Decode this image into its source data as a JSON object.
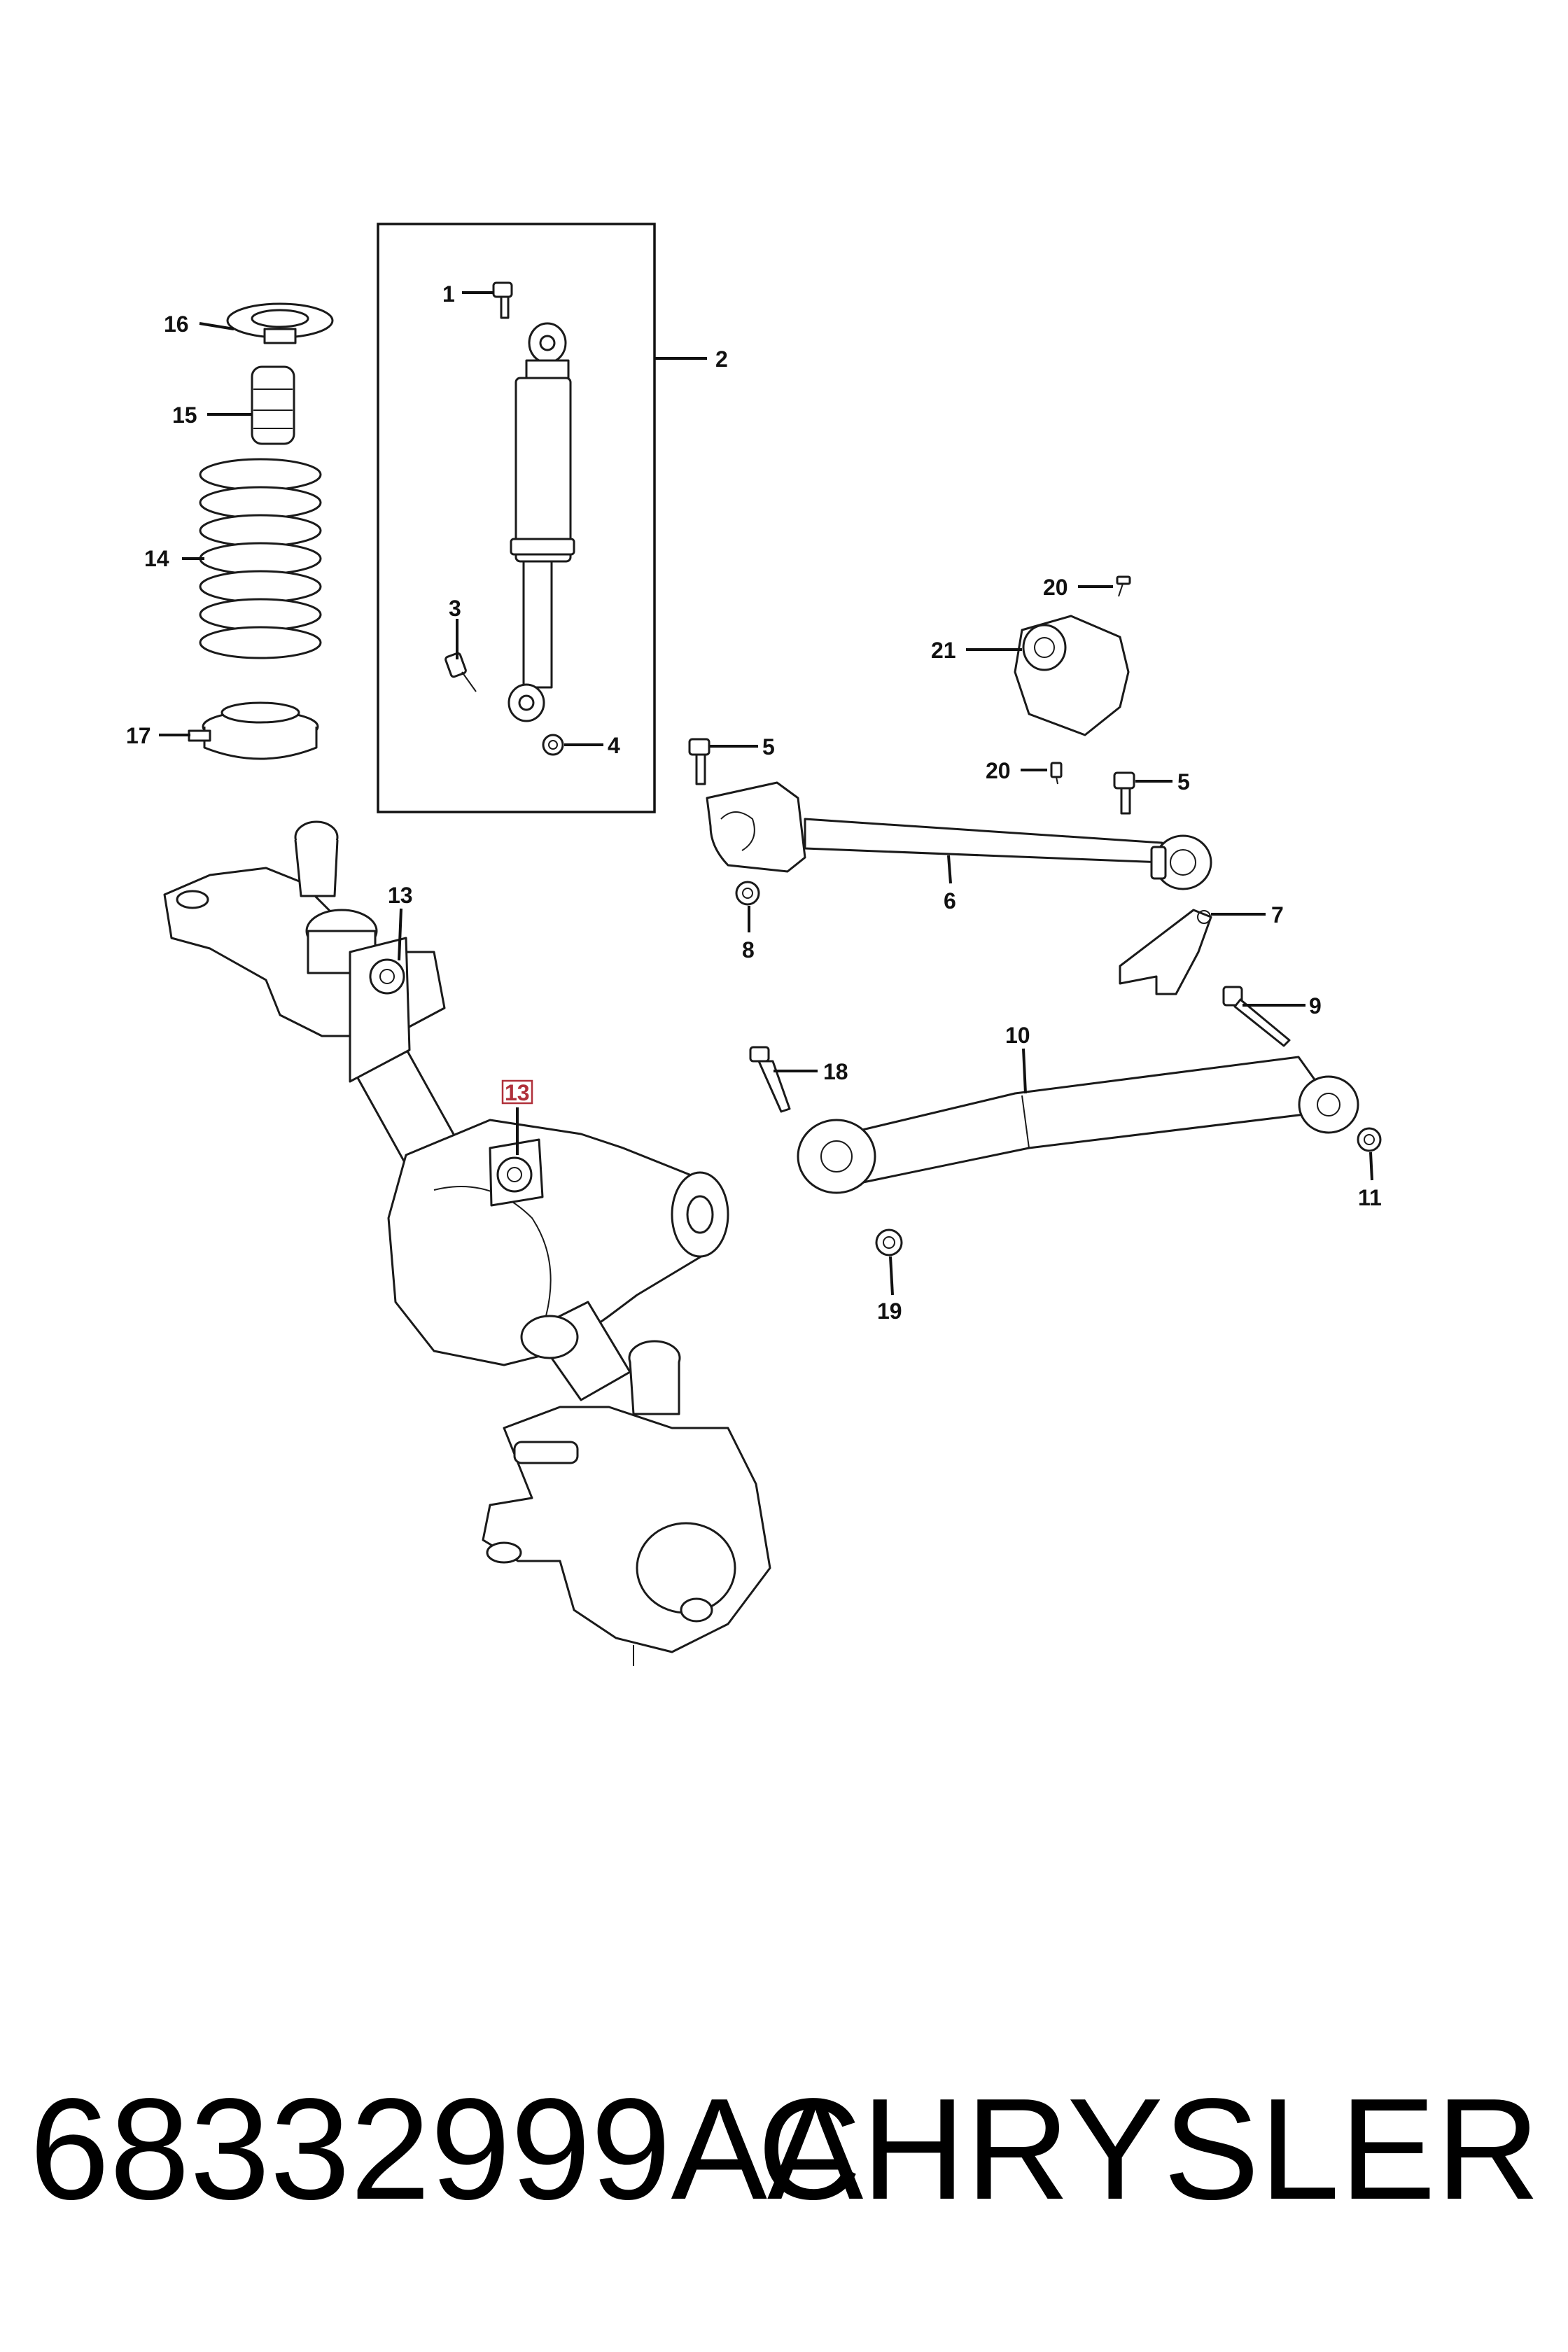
{
  "callouts": {
    "c1": "1",
    "c2": "2",
    "c3": "3",
    "c4": "4",
    "c5a": "5",
    "c5b": "5",
    "c6": "6",
    "c7": "7",
    "c8": "8",
    "c9": "9",
    "c10": "10",
    "c11": "11",
    "c13a": "13",
    "c13b": "13",
    "c14": "14",
    "c15": "15",
    "c16": "16",
    "c17": "17",
    "c18": "18",
    "c19": "19",
    "c20a": "20",
    "c20b": "20",
    "c21": "21"
  },
  "highlight_color": "#b0303a",
  "footer": {
    "part_number": "68332999AA",
    "brand": "CHRYSLER"
  }
}
